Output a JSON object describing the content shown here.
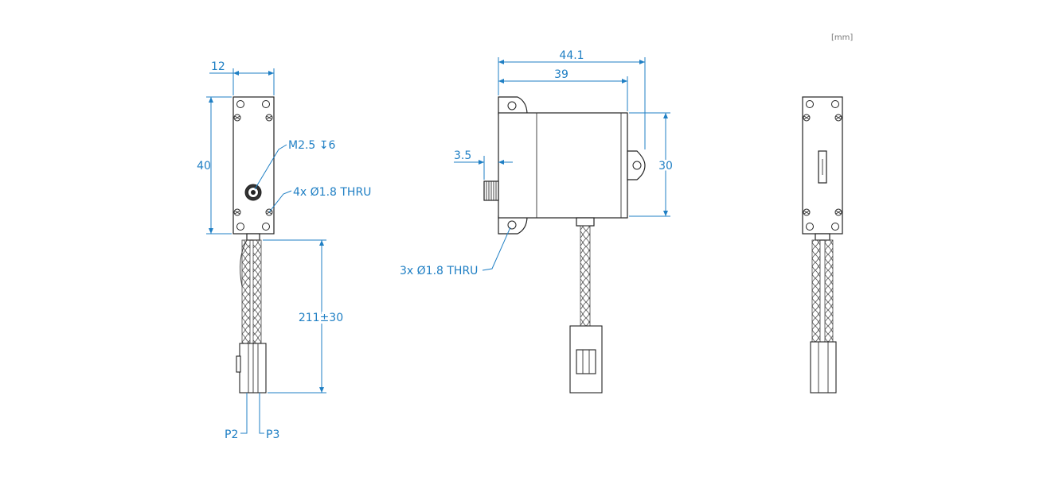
{
  "units": "[mm]",
  "colors": {
    "dimension": "#1f7fc4",
    "outline": "#222222"
  },
  "front_view": {
    "width": "12",
    "height": "40",
    "tap_callout": "M2.5 ↧6",
    "hole_callout": "4x Ø1.8 THRU",
    "cable_length": "211±30",
    "pin_left": "P2",
    "pin_right": "P3"
  },
  "side_view": {
    "overall_width": "44.1",
    "body_width": "39",
    "shaft_offset": "3.5",
    "height": "30",
    "hole_callout": "3x Ø1.8 THRU"
  }
}
